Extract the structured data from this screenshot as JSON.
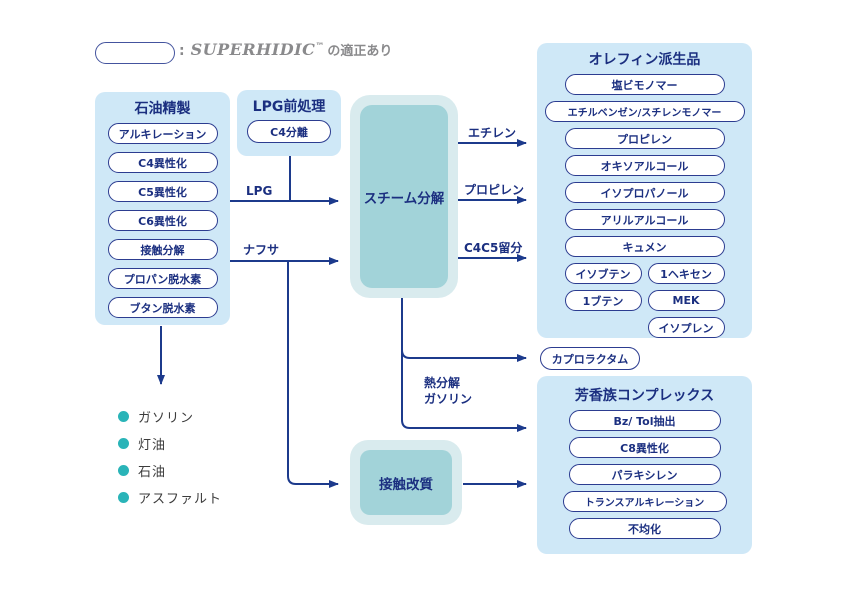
{
  "legend": {
    "colon": ":",
    "brand": "SUPERHIDIC",
    "tm": "™",
    "suffix": "の適正あり"
  },
  "refining": {
    "title": "石油精製",
    "items": [
      "アルキレーション",
      "C4異性化",
      "C5異性化",
      "C6異性化",
      "接触分解",
      "プロパン脱水素",
      "ブタン脱水素"
    ]
  },
  "lpg_pretreatment": {
    "title": "LPG前処理",
    "unit": "C4分離"
  },
  "steam_cracking": {
    "title": "スチーム分解"
  },
  "catalytic_reforming": {
    "title": "接触改質"
  },
  "olefin_derivatives": {
    "title": "オレフィン派生品",
    "items": [
      "塩ビモノマー",
      "エチルベンゼン/スチレンモノマー",
      "プロピレン",
      "オキソアルコール",
      "イソプロパノール",
      "アリルアルコール",
      "キュメン",
      "イソブテン",
      "1ヘキセン",
      "1ブテン",
      "MEK",
      "イソプレン"
    ]
  },
  "caprolactam": {
    "label": "カプロラクタム"
  },
  "aromatics_complex": {
    "title": "芳香族コンプレックス",
    "items": [
      "Bz/ Tol抽出",
      "C8異性化",
      "パラキシレン",
      "トランスアルキレーション",
      "不均化"
    ]
  },
  "refinery_products": {
    "items": [
      "ガソリン",
      "灯油",
      "石油",
      "アスファルト"
    ]
  },
  "flow_labels": {
    "lpg": "LPG",
    "naphtha": "ナフサ",
    "ethylene": "エチレン",
    "propylene": "プロピレン",
    "c4c5_fraction": "C4C5留分",
    "pyrolysis_gasoline_line1": "熱分解",
    "pyrolysis_gasoline_line2": "ガソリン"
  },
  "colors": {
    "navy_text": "#1b2f80",
    "pill_border": "#2c3c90",
    "panel_blue": "#cfe8f7",
    "teal_outer": "#d9ebee",
    "teal_inner": "#a2d3d9",
    "arrow": "#1c3a8c",
    "bullet_teal": "#2ab4b8",
    "legend_gray": "#8a8a8c"
  }
}
